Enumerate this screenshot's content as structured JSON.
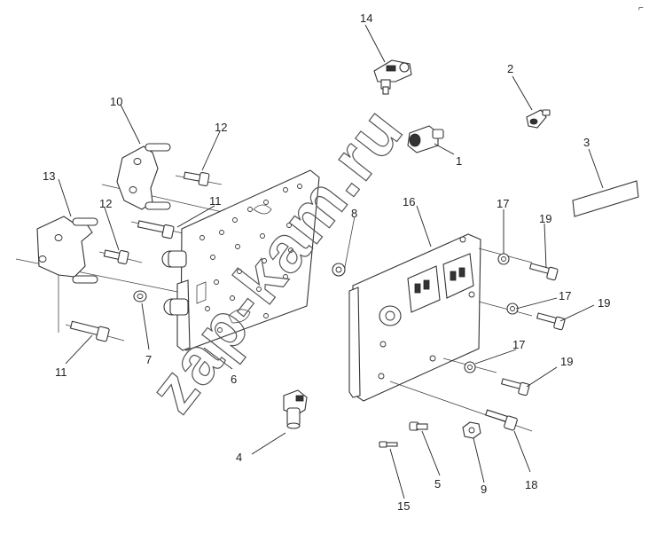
{
  "watermark": "zap-kam.ru",
  "corner_mark": "⌐",
  "callouts": [
    "1",
    "2",
    "3",
    "4",
    "5",
    "6",
    "7",
    "8",
    "9",
    "10",
    "11",
    "11",
    "12",
    "12",
    "13",
    "14",
    "15",
    "16",
    "17",
    "17",
    "17",
    "18",
    "19",
    "19",
    "19"
  ]
}
